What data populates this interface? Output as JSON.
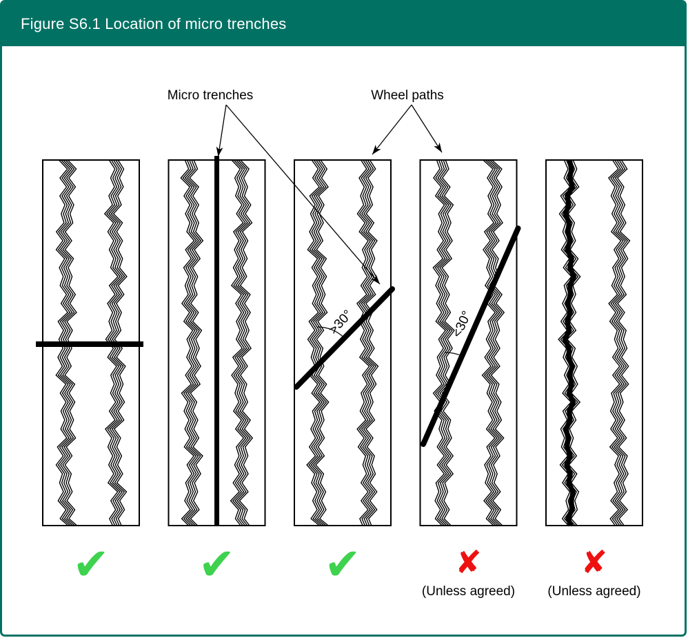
{
  "header": {
    "title": "Figure S6.1 Location of micro trenches"
  },
  "labels": {
    "micro_trenches": "Micro trenches",
    "wheel_paths": "Wheel paths"
  },
  "panels": [
    {
      "trench": "horizontal",
      "verdict": "allowed"
    },
    {
      "trench": "vertical-center",
      "verdict": "allowed"
    },
    {
      "trench": "diagonal",
      "angle_label": ">30°",
      "verdict": "allowed"
    },
    {
      "trench": "diagonal",
      "angle_label": "<30°",
      "verdict": "not-allowed",
      "note": "(Unless agreed)"
    },
    {
      "trench": "vertical-in-wheel-path",
      "verdict": "not-allowed",
      "note": "(Unless agreed)"
    }
  ],
  "marks": {
    "allowed_glyph": "✔",
    "not_allowed_glyph": "✘"
  },
  "colors": {
    "header_bg": "#007163",
    "border": "#007163",
    "title_text": "#ffffff",
    "allowed": "#3ed24f",
    "not_allowed": "#ee1111",
    "line": "#000000"
  }
}
